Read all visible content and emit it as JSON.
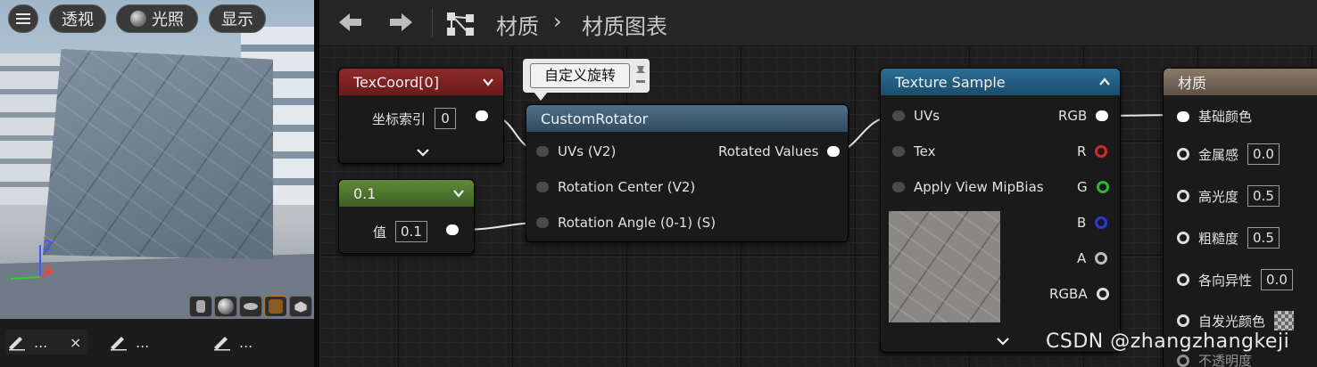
{
  "viewport": {
    "menu_icon": "hamburger-icon",
    "perspective_label": "透视",
    "lighting_label": "光照",
    "show_label": "显示",
    "axis_z": "Z",
    "axis_x": "X",
    "preview_shapes": [
      "cylinder-icon",
      "sphere-icon",
      "plane-icon",
      "cube-icon",
      "teapot-icon"
    ]
  },
  "left_tabs": [
    {
      "label": "...",
      "icon": "pencil-icon"
    },
    {
      "label": "...",
      "icon": "pencil-icon"
    },
    {
      "label": "...",
      "icon": "pencil-icon"
    }
  ],
  "left_tab_close": "×",
  "toolbar": {
    "breadcrumb_1": "材质",
    "breadcrumb_sep": "›",
    "breadcrumb_2": "材质图表"
  },
  "nodes": {
    "texcoord": {
      "title": "TexCoord[0]",
      "pin_label": "坐标索引",
      "pin_value": "0"
    },
    "scalar": {
      "title": "0.1",
      "pin_label": "值",
      "pin_value": "0.1"
    },
    "comment": "自定义旋转",
    "rotator": {
      "title": "CustomRotator",
      "inputs": [
        "UVs (V2)",
        "Rotation Center (V2)",
        "Rotation Angle (0-1) (S)"
      ],
      "output": "Rotated Values"
    },
    "texture": {
      "title": "Texture Sample",
      "inputs": [
        "UVs",
        "Tex",
        "Apply View MipBias"
      ],
      "outputs": [
        "RGB",
        "R",
        "G",
        "B",
        "A",
        "RGBA"
      ]
    },
    "material": {
      "title": "材质",
      "pins": [
        {
          "label": "基础颜色",
          "value": ""
        },
        {
          "label": "金属感",
          "value": "0.0"
        },
        {
          "label": "高光度",
          "value": "0.5"
        },
        {
          "label": "粗糙度",
          "value": "0.5"
        },
        {
          "label": "各向异性",
          "value": "0.0"
        },
        {
          "label": "自发光颜色",
          "value": ""
        },
        {
          "label": "不透明度",
          "value": ""
        }
      ]
    }
  },
  "colors": {
    "pin_r": "#d12a2a",
    "pin_g": "#2fb62f",
    "pin_b": "#2a3ad6",
    "axis_z": "#3a5bff",
    "axis_x": "#ff3a3a",
    "axis_y": "#2fd12f"
  },
  "watermark": "CSDN @zhangzhangkeji"
}
